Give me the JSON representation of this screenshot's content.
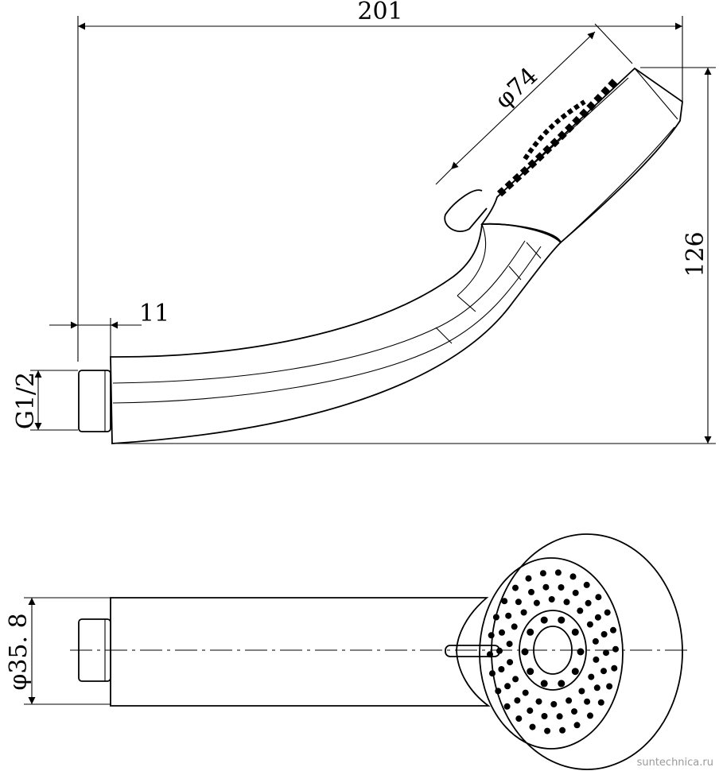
{
  "dimensions": {
    "total_length": "201",
    "head_diameter": "φ74",
    "height": "126",
    "nut_length": "11",
    "thread": "G1/2",
    "handle_diameter": "φ35. 8"
  },
  "watermark": "suntechnica.ru"
}
